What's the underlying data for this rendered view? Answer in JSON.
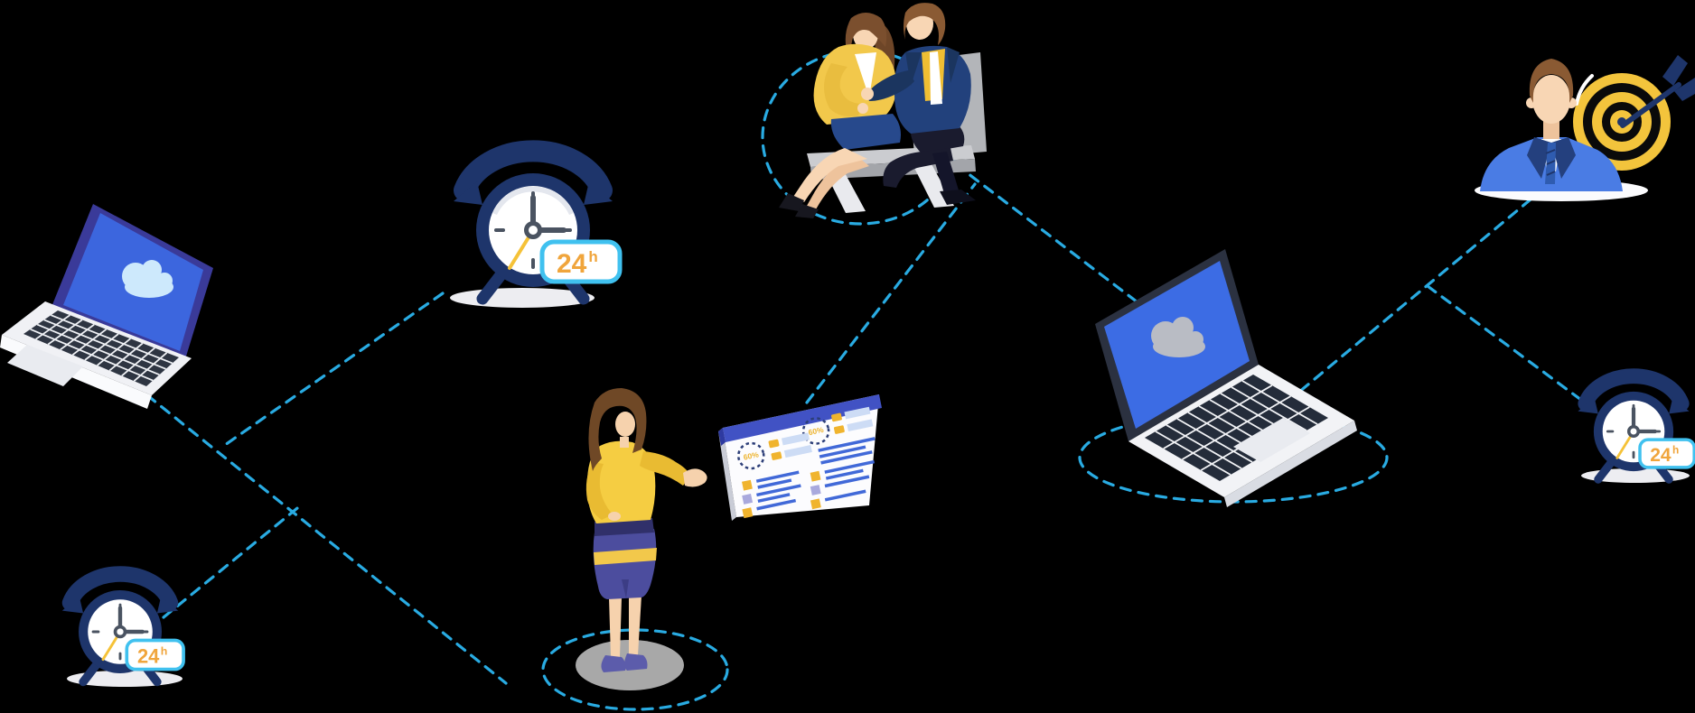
{
  "scene": {
    "description": "Flat vector illustration: devices and people connected by dashed lines on black background",
    "background": "#000000",
    "connector_color": "#29abe2",
    "palette": {
      "navy": "#1e356b",
      "yellow": "#f2c84b",
      "badge_text_orange": "#f0a53c",
      "screen_blue": "#3c6ce4",
      "bezel_indigo": "#3a3a99",
      "bezel_dark": "#2b3140",
      "cloud_light_blue": "#cde9fc",
      "cloud_gray": "#b9bcc4",
      "suit_blue": "#4a7ce4",
      "skin": "#f8d6b4",
      "hair_brown": "#7b4f2e",
      "platform_gray": "#a8a8a8",
      "line_blue": "#4169d8",
      "lavender": "#a9a9dd"
    }
  },
  "clocks": [
    {
      "name": "alarm-clock-large",
      "value": "24",
      "unit": "h"
    },
    {
      "name": "alarm-clock-small-left",
      "value": "24",
      "unit": "h"
    },
    {
      "name": "alarm-clock-small-right",
      "value": "24",
      "unit": "h"
    }
  ],
  "dashboard": {
    "donut_left": {
      "value": "60%"
    },
    "donut_right": {
      "value": "60%"
    }
  },
  "elements": [
    "laptop-with-cloud-left",
    "alarm-clock-large-24h",
    "couple-talking-on-bench",
    "businessman-with-target",
    "laptop-with-cloud-right",
    "woman-presenting-dashboard",
    "alarm-clock-small-left-24h",
    "alarm-clock-small-right-24h"
  ]
}
